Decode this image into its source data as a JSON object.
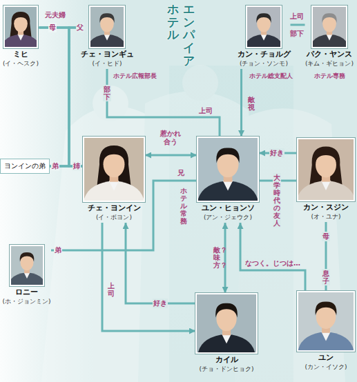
{
  "diagram": {
    "title": "エンパイアホテル",
    "nodes": [
      {
        "text": [
          "ミヒ",
          "(イ・ヘスク)"
        ]
      },
      {
        "text": [
          "チェ・ヨンギュ",
          "(イ・ヒド)"
        ]
      },
      {
        "text": [
          "カン・チョルグ",
          "(チョン・ソンモ)"
        ]
      },
      {
        "text": [
          "パク・ヤンス",
          "(キム・ギヒョン)"
        ]
      },
      {
        "text": [
          "ヨンインの弟"
        ]
      },
      {
        "text": [
          "チェ・ヨンイン",
          "(イ・ボヨン)"
        ]
      },
      {
        "text": [
          "ユン・ヒョンソ",
          "(アン・ジェウク)"
        ]
      },
      {
        "text": [
          "カン・スジン",
          "(オ・ユナ)"
        ]
      },
      {
        "text": [
          "ロニー",
          "(ホ・ジョンミン)"
        ]
      },
      {
        "text": [
          "カイル",
          "(チョ・ドンヒョク)"
        ]
      },
      {
        "text": [
          "ユン",
          "(カン・イソク)"
        ]
      }
    ],
    "edges": [
      {
        "from": 0,
        "to": 1,
        "arrow": "none",
        "label": "元夫婦"
      },
      {
        "from": 4,
        "to": 5,
        "arrow": "none"
      },
      {
        "from": 0,
        "to": 4,
        "arrow": "none"
      },
      {
        "from": 0,
        "to": 5,
        "arrow": "none"
      },
      {
        "from": 1,
        "to": 4,
        "arrow": "none"
      },
      {
        "from": 1,
        "to": 5,
        "arrow": "none"
      },
      {
        "from": 1,
        "to": 6,
        "arrow": "none"
      },
      {
        "from": 2,
        "to": 3,
        "arrow": "none"
      },
      {
        "from": 2,
        "to": 6,
        "arrow": "to",
        "label": "敵視"
      },
      {
        "from": 5,
        "to": 6,
        "arrow": "both",
        "label": "惹かれ合う"
      },
      {
        "from": 8,
        "to": 6,
        "arrow": "none"
      },
      {
        "from": 5,
        "to": 9,
        "arrow": "to",
        "label": "上司"
      },
      {
        "from": 9,
        "to": 5,
        "arrow": "to",
        "label": "好き"
      },
      {
        "from": 6,
        "to": 9,
        "arrow": "both",
        "label": "敵？味方？"
      },
      {
        "from": 7,
        "to": 6,
        "arrow": "to",
        "label": "好き"
      },
      {
        "from": 6,
        "to": 7,
        "arrow": "none",
        "label": "大学時代の友人"
      },
      {
        "from": 10,
        "to": 6,
        "arrow": "to",
        "label": "なつく。じつは…"
      },
      {
        "from": 7,
        "to": 10,
        "arrow": "none"
      }
    ],
    "labels": [
      "母",
      "父",
      "上司",
      "部下",
      "ホテル広報部長",
      "ホテル総支配人",
      "ホテル専務",
      "部下",
      "上司",
      "弟",
      "姉",
      "兄",
      "ホテル常務",
      "弟",
      "母",
      "息子"
    ]
  }
}
